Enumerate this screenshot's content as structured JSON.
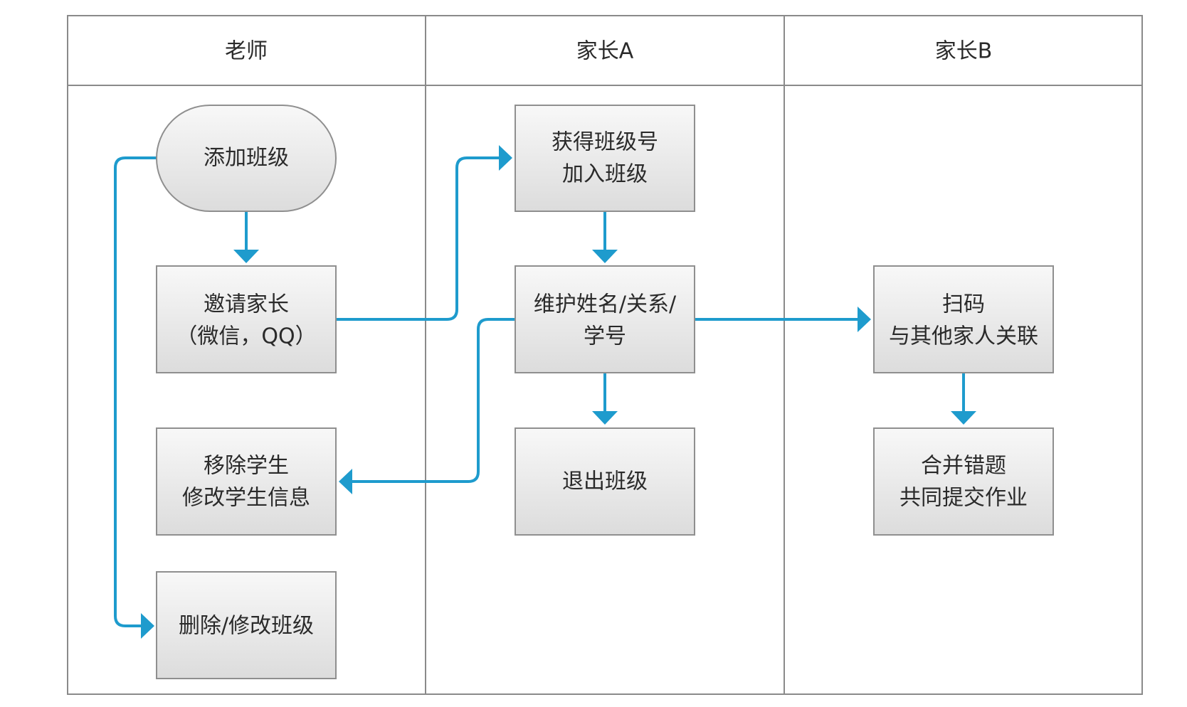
{
  "lanes": [
    {
      "id": "teacher",
      "label": "老师"
    },
    {
      "id": "parent-a",
      "label": "家长A"
    },
    {
      "id": "parent-b",
      "label": "家长B"
    }
  ],
  "nodes": [
    {
      "id": "add-class",
      "lane": "teacher",
      "shape": "rounded",
      "lines": [
        "添加班级"
      ]
    },
    {
      "id": "invite-parents",
      "lane": "teacher",
      "shape": "rect",
      "lines": [
        "邀请家长",
        "（微信，QQ）"
      ]
    },
    {
      "id": "remove-student",
      "lane": "teacher",
      "shape": "rect",
      "lines": [
        "移除学生",
        "修改学生信息"
      ]
    },
    {
      "id": "delete-class",
      "lane": "teacher",
      "shape": "rect",
      "lines": [
        "删除/修改班级"
      ]
    },
    {
      "id": "join-class",
      "lane": "parent-a",
      "shape": "rect",
      "lines": [
        "获得班级号",
        "加入班级"
      ]
    },
    {
      "id": "maintain-info",
      "lane": "parent-a",
      "shape": "rect",
      "lines": [
        "维护姓名/关系/",
        "学号"
      ]
    },
    {
      "id": "quit-class",
      "lane": "parent-a",
      "shape": "rect",
      "lines": [
        "退出班级"
      ]
    },
    {
      "id": "scan-code",
      "lane": "parent-b",
      "shape": "rect",
      "lines": [
        "扫码",
        "与其他家人关联"
      ]
    },
    {
      "id": "merge-errors",
      "lane": "parent-b",
      "shape": "rect",
      "lines": [
        "合并错题",
        "共同提交作业"
      ]
    }
  ],
  "edges": [
    {
      "from": "add-class",
      "to": "invite-parents"
    },
    {
      "from": "add-class",
      "to": "delete-class"
    },
    {
      "from": "invite-parents",
      "to": "join-class"
    },
    {
      "from": "join-class",
      "to": "maintain-info"
    },
    {
      "from": "maintain-info",
      "to": "quit-class"
    },
    {
      "from": "maintain-info",
      "to": "remove-student"
    },
    {
      "from": "maintain-info",
      "to": "scan-code"
    },
    {
      "from": "scan-code",
      "to": "merge-errors"
    }
  ],
  "colors": {
    "connector": "#1e9bcd",
    "node_fill_top": "#f8f8f8",
    "node_fill_bottom": "#dcdcdc",
    "border": "#8a8a8a"
  }
}
